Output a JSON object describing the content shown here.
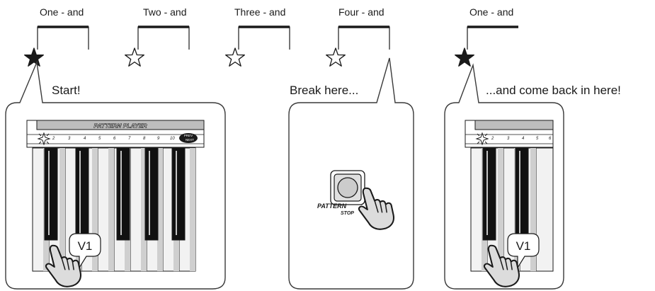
{
  "beats": [
    {
      "label": "One - and",
      "star": "filled"
    },
    {
      "label": "Two - and",
      "star": "outline"
    },
    {
      "label": "Three - and",
      "star": "outline"
    },
    {
      "label": "Four - and",
      "star": "outline"
    },
    {
      "label": "One - and",
      "star": "filled"
    }
  ],
  "callouts": {
    "start": "Start!",
    "break": "Break here...",
    "return": "...and come back in here!"
  },
  "panel_left": {
    "pattern_player_label": "PATTERN PLAYER",
    "step_numbers": [
      "2",
      "3",
      "4",
      "5",
      "6",
      "7",
      "8",
      "9",
      "10"
    ],
    "prev_label": "PREV",
    "next_label": "NEXT",
    "pad_label": "V1"
  },
  "panel_middle": {
    "button_label_line1": "PATTERN",
    "button_label_line2": "STOP"
  },
  "panel_right": {
    "step_numbers": [
      "2",
      "3",
      "4",
      "5",
      "6"
    ],
    "pad_label": "V1"
  },
  "colors": {
    "ink": "#1a1a1a",
    "panel_border": "#3a3a3a",
    "white_key": "#f2f2f2",
    "key_shade": "#cfcfcf",
    "black_key": "#111111",
    "hand_fill": "#dcdcdc",
    "pattern_bar": "#bdbdbd"
  },
  "icons": [
    "star-filled-icon",
    "star-outline-icon",
    "hand-pointer-icon",
    "sparkle-icon",
    "pattern-stop-button-icon"
  ]
}
